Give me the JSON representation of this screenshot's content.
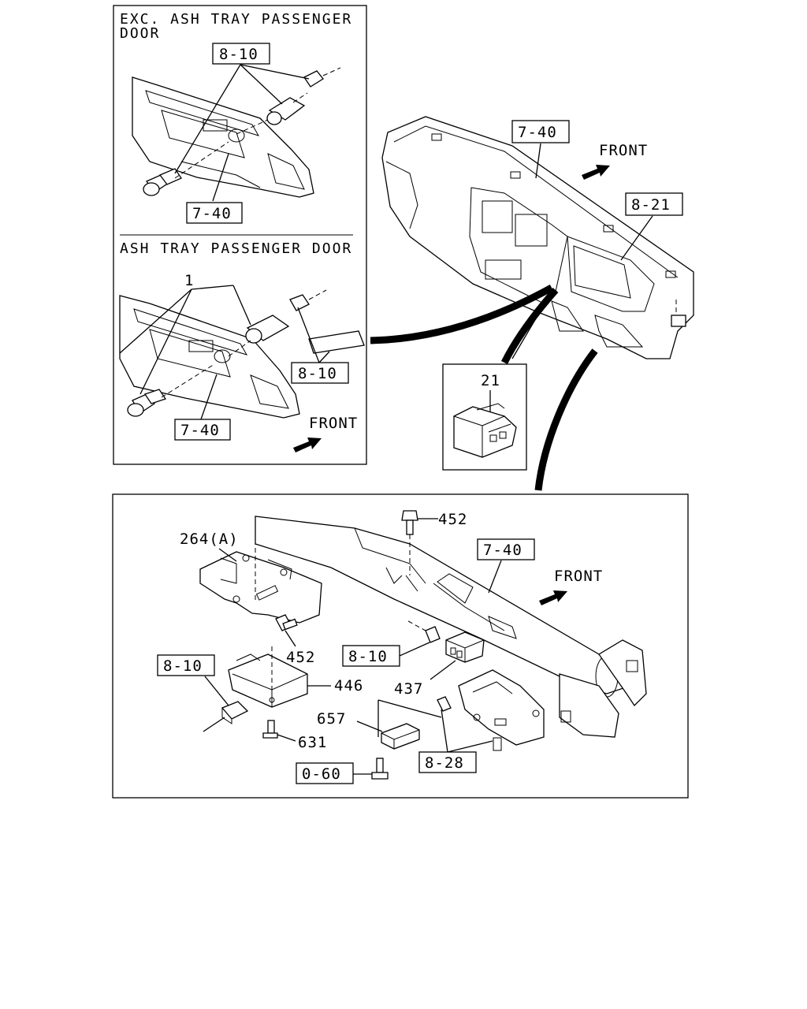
{
  "panel_top_left": {
    "heading_exc_line1": "EXC. ASH TRAY PASSENGER",
    "heading_exc_line2": "DOOR",
    "heading_ash": "ASH TRAY PASSENGER DOOR",
    "ref_8_10_a": "8-10",
    "ref_7_40_a": "7-40",
    "part_1": "1",
    "ref_8_10_b": "8-10",
    "ref_7_40_b": "7-40",
    "front_label": "FRONT"
  },
  "dashboard_view": {
    "ref_7_40": "7-40",
    "ref_8_21": "8-21",
    "front_label": "FRONT"
  },
  "inset_switch": {
    "part_21": "21"
  },
  "panel_bottom": {
    "part_452_top": "452",
    "part_264a": "264(A)",
    "ref_7_40": "7-40",
    "front_label": "FRONT",
    "part_452_mid": "452",
    "ref_8_10_a": "8-10",
    "ref_8_10_b": "8-10",
    "part_446": "446",
    "part_437": "437",
    "part_657": "657",
    "part_631": "631",
    "ref_8_28": "8-28",
    "ref_0_60": "0-60"
  },
  "colors": {
    "ink": "#000000",
    "paper": "#ffffff"
  }
}
